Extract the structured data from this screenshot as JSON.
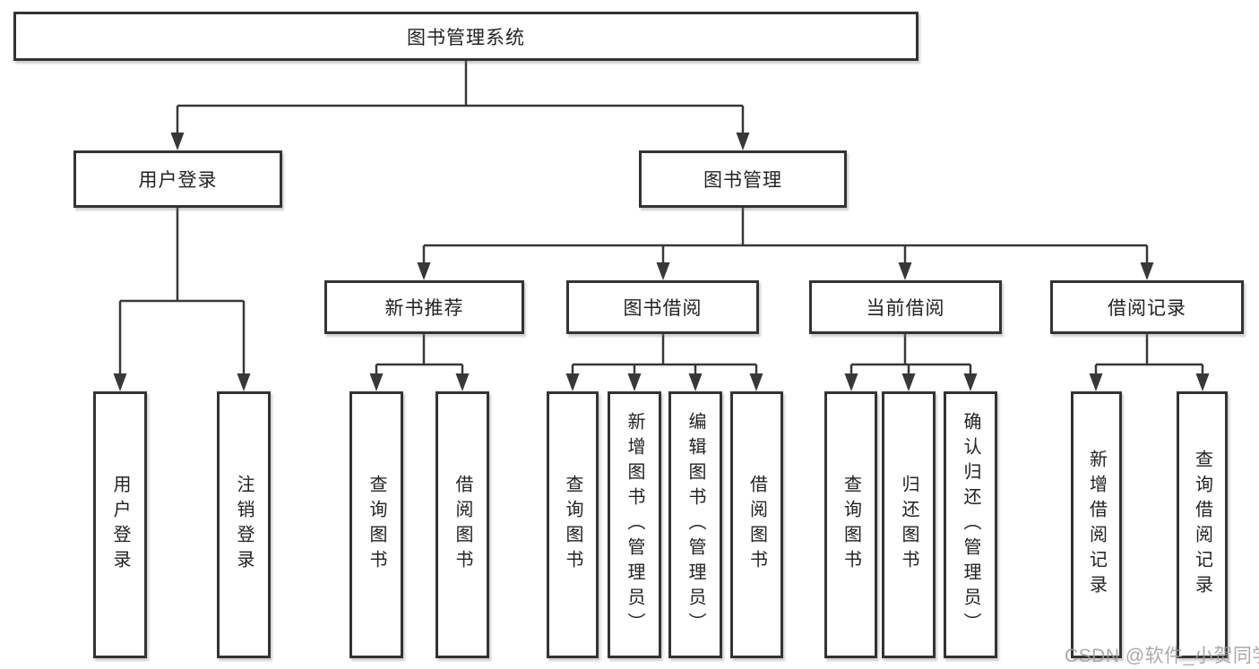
{
  "diagram": {
    "root": "图书管理系统",
    "branches": [
      {
        "label": "用户登录",
        "children": [
          {
            "label": "用户登录"
          },
          {
            "label": "注销登录"
          }
        ]
      },
      {
        "label": "图书管理",
        "children": [
          {
            "label": "新书推荐",
            "children": [
              {
                "label": "查询图书"
              },
              {
                "label": "借阅图书"
              }
            ]
          },
          {
            "label": "图书借阅",
            "children": [
              {
                "label": "查询图书"
              },
              {
                "label": "新增图书（管理员）"
              },
              {
                "label": "编辑图书（管理员）"
              },
              {
                "label": "借阅图书"
              }
            ]
          },
          {
            "label": "当前借阅",
            "children": [
              {
                "label": "查询图书"
              },
              {
                "label": "归还图书"
              },
              {
                "label": "确认归还（管理员）"
              }
            ]
          },
          {
            "label": "借阅记录",
            "children": [
              {
                "label": "新增借阅记录"
              },
              {
                "label": "查询借阅记录"
              }
            ]
          }
        ]
      }
    ]
  },
  "watermark": {
    "text": "CSDN @软件_小贺同学"
  },
  "colors": {
    "line": "#383838",
    "box_border": "#333333",
    "text": "#222222",
    "watermark": "#9e9e9e",
    "background": "#ffffff"
  }
}
